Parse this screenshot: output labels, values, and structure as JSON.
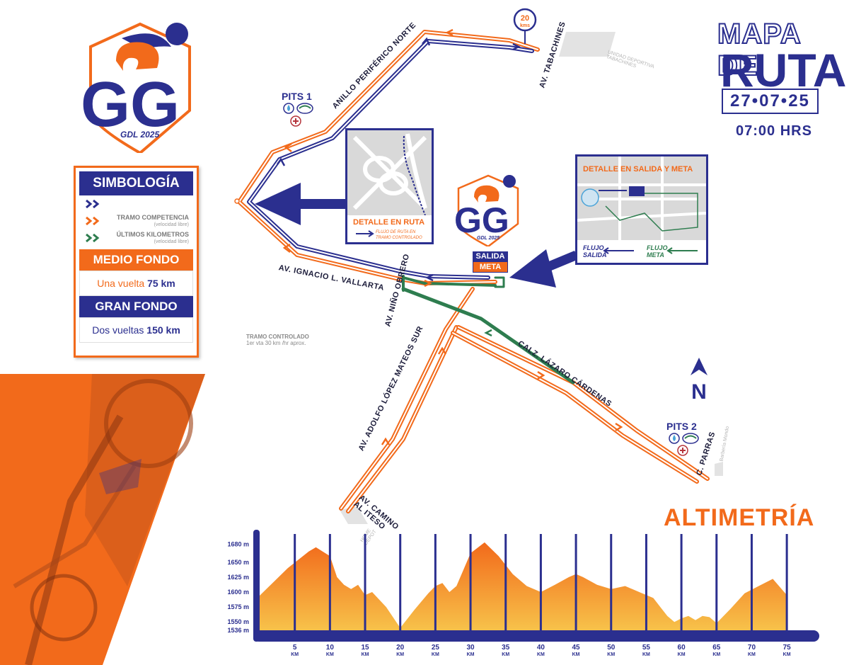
{
  "header": {
    "title_line1": "MAPA DE",
    "title_line2": "RUTA",
    "date": "27•07•25",
    "time": "07:00 HRS"
  },
  "logo": {
    "letters": "GG",
    "sub": "GDL 2025"
  },
  "legend": {
    "title": "SIMBOLOGÍA",
    "items": [
      {
        "label": "",
        "sub": "",
        "color": "#2b2f8f"
      },
      {
        "label": "TRAMO COMPETENCIA",
        "sub": "(velocidad libre)",
        "color": "#f26a1b"
      },
      {
        "label": "ÚLTIMOS KILOMETROS",
        "sub": "(velocidad libre)",
        "color": "#2e7d4f"
      }
    ],
    "medio_fondo": "MEDIO FONDO",
    "medio_fondo_value_text": "Una vuelta",
    "medio_fondo_value_km": "75 km",
    "gran_fondo": "GRAN FONDO",
    "gran_fondo_value_text": "Dos vueltas",
    "gran_fondo_value_km": "150 km"
  },
  "tramo_controlado": {
    "title": "TRAMO CONTROLADO",
    "sub": "1er vta 30 km /hr aprox."
  },
  "map": {
    "streets": {
      "periferico": "ANILLO PERIFÉRICO NORTE",
      "tabachines": "AV. TABACHINES",
      "vallarta": "AV. IGNACIO L. VALLARTA",
      "nino_obrero": "AV. NIÑO OBRERO",
      "lopez_mateos": "AV. ADOLFO LÓPEZ MATEOS SUR",
      "camino_iteso": "AV. CAMINO AL ITESO",
      "lazaro": "CALZ. LÁZARO CÁRDENAS",
      "parras": "C. PARRAS"
    },
    "landmarks": {
      "unidad": "UNIDAD DEPORTIVA TABACHINES",
      "home_depot": "HOME DEPOT",
      "parras_place": "Barbería Mondo"
    },
    "marker_20": "20",
    "marker_20_unit": "kms",
    "pits1": "PITS 1",
    "pits2": "PITS 2",
    "salida": "SALIDA",
    "meta": "META",
    "north": "N",
    "colors": {
      "navy": "#2b2f8f",
      "orange": "#f26a1b",
      "green": "#2e7d4f"
    }
  },
  "inset_ruta": {
    "title": "DETALLE EN RUTA",
    "caption": "FLUJO DE RUTA EN TRAMO CONTROLADO"
  },
  "inset_salida": {
    "title": "DETALLE EN SALIDA Y META",
    "flow_salida": "FLUJO SALIDA",
    "flow_meta": "FLUJO META",
    "badge": "SALIDA META"
  },
  "altimetria": {
    "title": "ALTIMETRÍA",
    "y_ticks": [
      "1680 m",
      "1650 m",
      "1625 m",
      "1600 m",
      "1575 m",
      "1550 m",
      "1536 m"
    ],
    "x_ticks": [
      "5",
      "10",
      "15",
      "20",
      "25",
      "30",
      "35",
      "40",
      "45",
      "50",
      "55",
      "60",
      "65",
      "70",
      "75"
    ],
    "x_unit": "KM"
  },
  "chart_data": {
    "type": "area",
    "title": "ALTIMETRÍA",
    "xlabel": "KM",
    "ylabel": "",
    "xlim": [
      0,
      77
    ],
    "ylim": [
      1536,
      1690
    ],
    "x": [
      0,
      4,
      7,
      8,
      10,
      11,
      12,
      13,
      14,
      15,
      16,
      18,
      20,
      22,
      24,
      25,
      26,
      27,
      28,
      30,
      32,
      34,
      36,
      38,
      40,
      42,
      44,
      45,
      46,
      48,
      50,
      52,
      53,
      54,
      56,
      57,
      58,
      59,
      60,
      61,
      62,
      63,
      64,
      65,
      67,
      69,
      71,
      73,
      75
    ],
    "values": [
      1594,
      1640,
      1668,
      1675,
      1660,
      1625,
      1612,
      1605,
      1612,
      1595,
      1600,
      1575,
      1540,
      1570,
      1598,
      1610,
      1615,
      1600,
      1610,
      1665,
      1683,
      1660,
      1630,
      1610,
      1600,
      1612,
      1625,
      1630,
      1625,
      1612,
      1605,
      1610,
      1605,
      1600,
      1590,
      1575,
      1560,
      1550,
      1556,
      1560,
      1553,
      1560,
      1558,
      1548,
      1572,
      1598,
      1610,
      1622,
      1595
    ]
  }
}
